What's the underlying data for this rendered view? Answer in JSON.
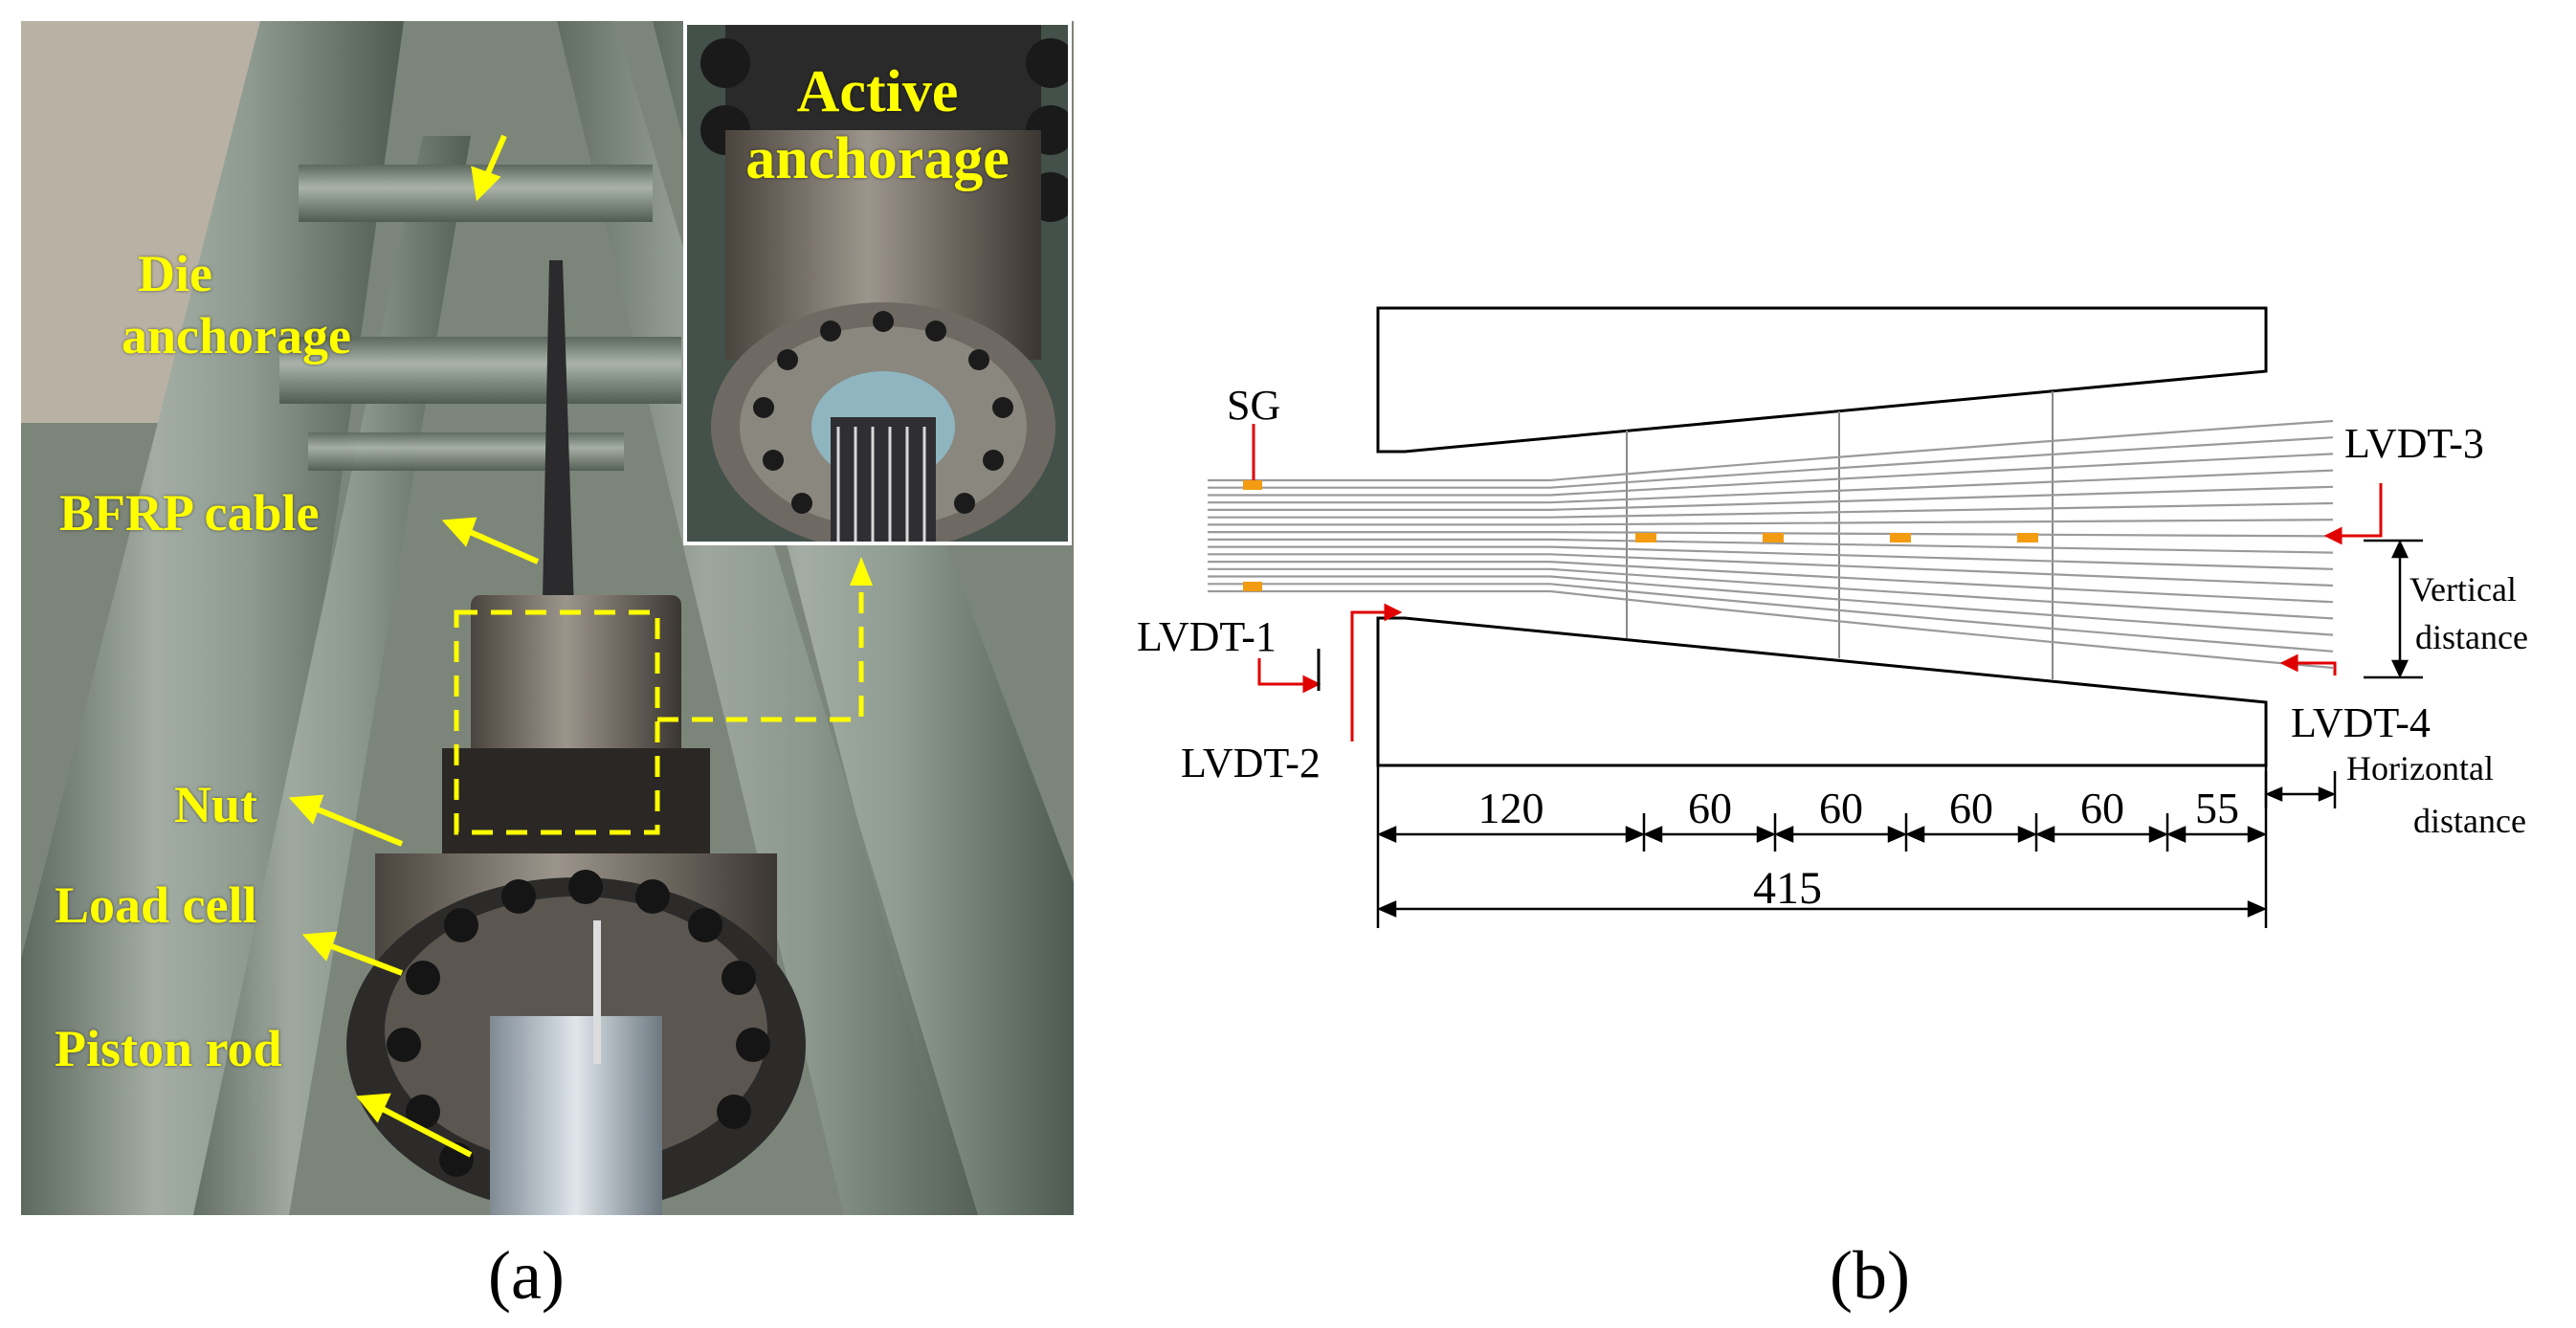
{
  "panel_a": {
    "caption": "(a)",
    "inset_label_line1": "Active",
    "inset_label_line2": "anchorage",
    "labels": {
      "die_line1": "Die",
      "die_line2": "anchorage",
      "bfrp": "BFRP cable",
      "nut": "Nut",
      "load_cell": "Load cell",
      "piston": "Piston rod"
    },
    "label_color": "#ffff00"
  },
  "panel_b": {
    "caption": "(b)",
    "sg": "SG",
    "lvdt1": "LVDT-1",
    "lvdt2": "LVDT-2",
    "lvdt3": "LVDT-3",
    "lvdt4": "LVDT-4",
    "vertical_line1": "Vertical",
    "vertical_line2": "distance",
    "horizontal_line1": "Horizontal",
    "horizontal_line2": "distance",
    "segments": [
      "120",
      "60",
      "60",
      "60",
      "60",
      "55"
    ],
    "total": "415",
    "gauge_color": "#f39c12",
    "lvdt_color": "#e00000"
  }
}
